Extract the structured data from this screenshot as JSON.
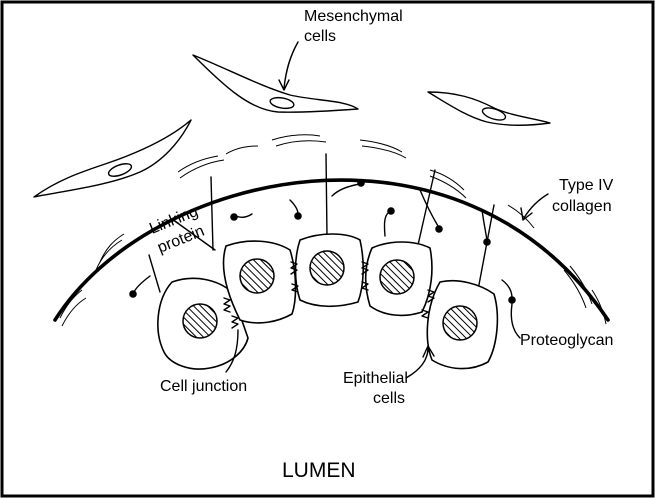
{
  "labels": {
    "mesenchymal_line1": "Mesenchymal",
    "mesenchymal_line2": "cells",
    "type4_line1": "Type IV",
    "type4_line2": "collagen",
    "linking_line1": "Linking",
    "linking_line2": "protein",
    "proteoglycan": "Proteoglycan",
    "cell_junction": "Cell junction",
    "epithelial_line1": "Epithelial",
    "epithelial_line2": "cells",
    "lumen": "LUMEN"
  }
}
